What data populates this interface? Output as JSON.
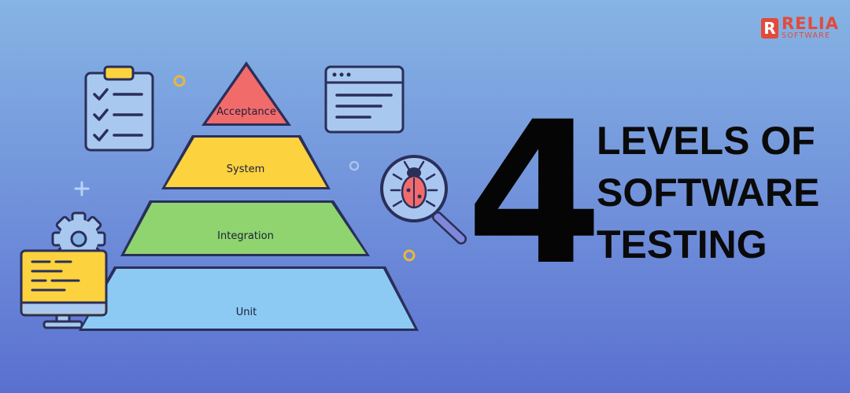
{
  "brand": {
    "mark": "R",
    "name": "RELIA",
    "tagline": "SOFTWARE"
  },
  "headline": {
    "number": "4",
    "lines": [
      "LEVELS OF",
      "SOFTWARE",
      "TESTING"
    ]
  },
  "pyramid": {
    "levels": [
      {
        "label": "Acceptance",
        "color": "#f26b6b"
      },
      {
        "label": "System",
        "color": "#fcd23f"
      },
      {
        "label": "Integration",
        "color": "#8fd46e"
      },
      {
        "label": "Unit",
        "color": "#8ccaf4"
      }
    ]
  },
  "icons": [
    "checklist-icon",
    "browser-window-icon",
    "bug-magnifier-icon",
    "gear-icon",
    "monitor-code-icon"
  ],
  "colors": {
    "outline": "#2a2f5a",
    "background_top": "#86b4e4",
    "background_bottom": "#5a70d0",
    "accent_yellow": "#fcd23f",
    "brand_red": "#e24b3b"
  }
}
